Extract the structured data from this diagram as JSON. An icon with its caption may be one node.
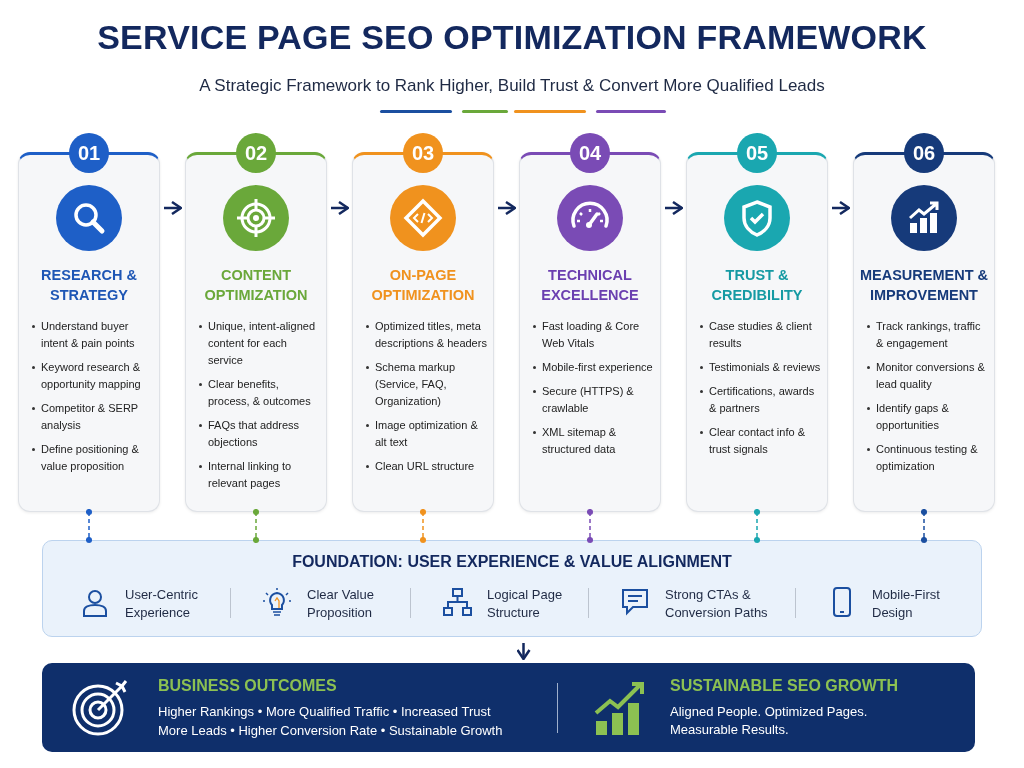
{
  "diagram": {
    "title": "SERVICE PAGE SEO OPTIMIZATION FRAMEWORK",
    "nodes": [
      {
        "text": [
          "01",
          "RESEARCH & STRATEGY",
          "Understand buyer intent & pain points",
          "Keyword research & opportunity mapping",
          "Competitor & SERP analysis",
          "Define positioning & value proposition"
        ]
      },
      {
        "text": [
          "02",
          "CONTENT OPTIMIZATION",
          "Unique, intent-aligned content for each service",
          "Clear benefits, process, & outcomes",
          "FAQs that address objections",
          "Internal linking to relevant pages"
        ]
      },
      {
        "text": [
          "03",
          "ON-PAGE OPTIMIZATION",
          "Optimized titles, meta descriptions & headers",
          "Schema markup (Service, FAQ, Organization)",
          "Image optimization & alt text",
          "Clean URL structure"
        ]
      },
      {
        "text": [
          "04",
          "TECHNICAL EXCELLENCE",
          "Fast loading & Core Web Vitals",
          "Mobile-first experience",
          "Secure (HTTPS) & crawlable",
          "XML sitemap & structured data"
        ]
      },
      {
        "text": [
          "05",
          "TRUST & CREDIBILITY",
          "Case studies & client results",
          "Testimonials & reviews",
          "Certifications, awards & partners",
          "Clear contact info & trust signals"
        ]
      },
      {
        "text": [
          "06",
          "MEASUREMENT & IMPROVEMENT",
          "Track rankings, traffic & engagement",
          "Monitor conversions & lead quality",
          "Identify gaps & opportunities",
          "Continuous testing & optimization"
        ]
      },
      {
        "text": [
          "FOUNDATION: USER EXPERIENCE & VALUE ALIGNMENT",
          "User-Centric Experience",
          "Clear Value Proposition",
          "Logical Page Structure",
          "Strong CTAs & Conversion Paths",
          "Mobile-First Design"
        ]
      },
      {
        "text": [
          "BUSINESS OUTCOMES",
          "Higher Rankings • More Qualified Traffic • Increased Trust",
          "More Leads • Higher Conversion Rate • Sustainable Growth",
          "SUSTAINABLE SEO GROWTH",
          "Aligned People. Optimized Pages. Measurable Results."
        ]
      }
    ],
    "edges": [
      {
        "from": 0,
        "to": 1,
        "arrow": "to"
      },
      {
        "from": 1,
        "to": 2,
        "arrow": "to"
      },
      {
        "from": 2,
        "to": 3,
        "arrow": "to"
      },
      {
        "from": 3,
        "to": 4,
        "arrow": "to"
      },
      {
        "from": 4,
        "to": 5,
        "arrow": "to"
      },
      {
        "from": 0,
        "to": 6,
        "arrow": "other",
        "style": "dashed",
        "color": "#1e5fc7"
      },
      {
        "from": 1,
        "to": 6,
        "arrow": "other",
        "style": "dashed",
        "color": "#6aa83a"
      },
      {
        "from": 2,
        "to": 6,
        "arrow": "other",
        "style": "dashed",
        "color": "#f0921e"
      },
      {
        "from": 3,
        "to": 6,
        "arrow": "other",
        "style": "dashed",
        "color": "#7a4bb5"
      },
      {
        "from": 4,
        "to": 6,
        "arrow": "other",
        "style": "dashed",
        "color": "#1aa7b0"
      },
      {
        "from": 5,
        "to": 6,
        "arrow": "other",
        "style": "dashed",
        "color": "#1b4fa0"
      },
      {
        "from": 6,
        "to": 7,
        "arrow": "to"
      }
    ],
    "labels": [
      "A Strategic Framework to Rank Higher, Build Trust & Convert More Qualified Leads"
    ]
  }
}
